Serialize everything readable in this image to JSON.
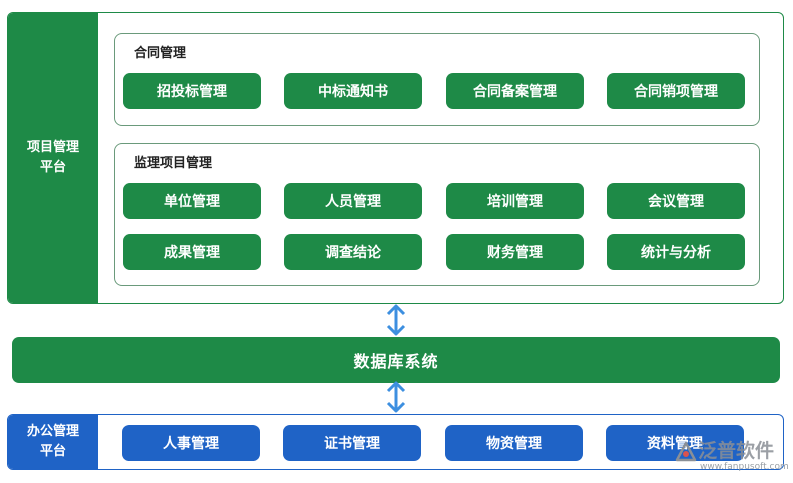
{
  "project_platform": {
    "side_label_line1": "项目管理",
    "side_label_line2": "平台",
    "contract_group": {
      "title": "合同管理",
      "items": [
        "招投标管理",
        "中标通知书",
        "合同备案管理",
        "合同销项管理"
      ]
    },
    "supervision_group": {
      "title": "监理项目管理",
      "row1": [
        "单位管理",
        "人员管理",
        "培训管理",
        "会议管理"
      ],
      "row2": [
        "成果管理",
        "调查结论",
        "财务管理",
        "统计与分析"
      ]
    }
  },
  "database": {
    "label": "数据库系统"
  },
  "office_platform": {
    "side_label_line1": "办公管理",
    "side_label_line2": "平台",
    "items": [
      "人事管理",
      "证书管理",
      "物资管理",
      "资料管理"
    ]
  },
  "watermark": {
    "text": "泛普软件",
    "url": "www.fanpusoft.com"
  },
  "colors": {
    "green": "#1e8a47",
    "blue": "#1f63c6",
    "arrow": "#3d8fe0"
  }
}
